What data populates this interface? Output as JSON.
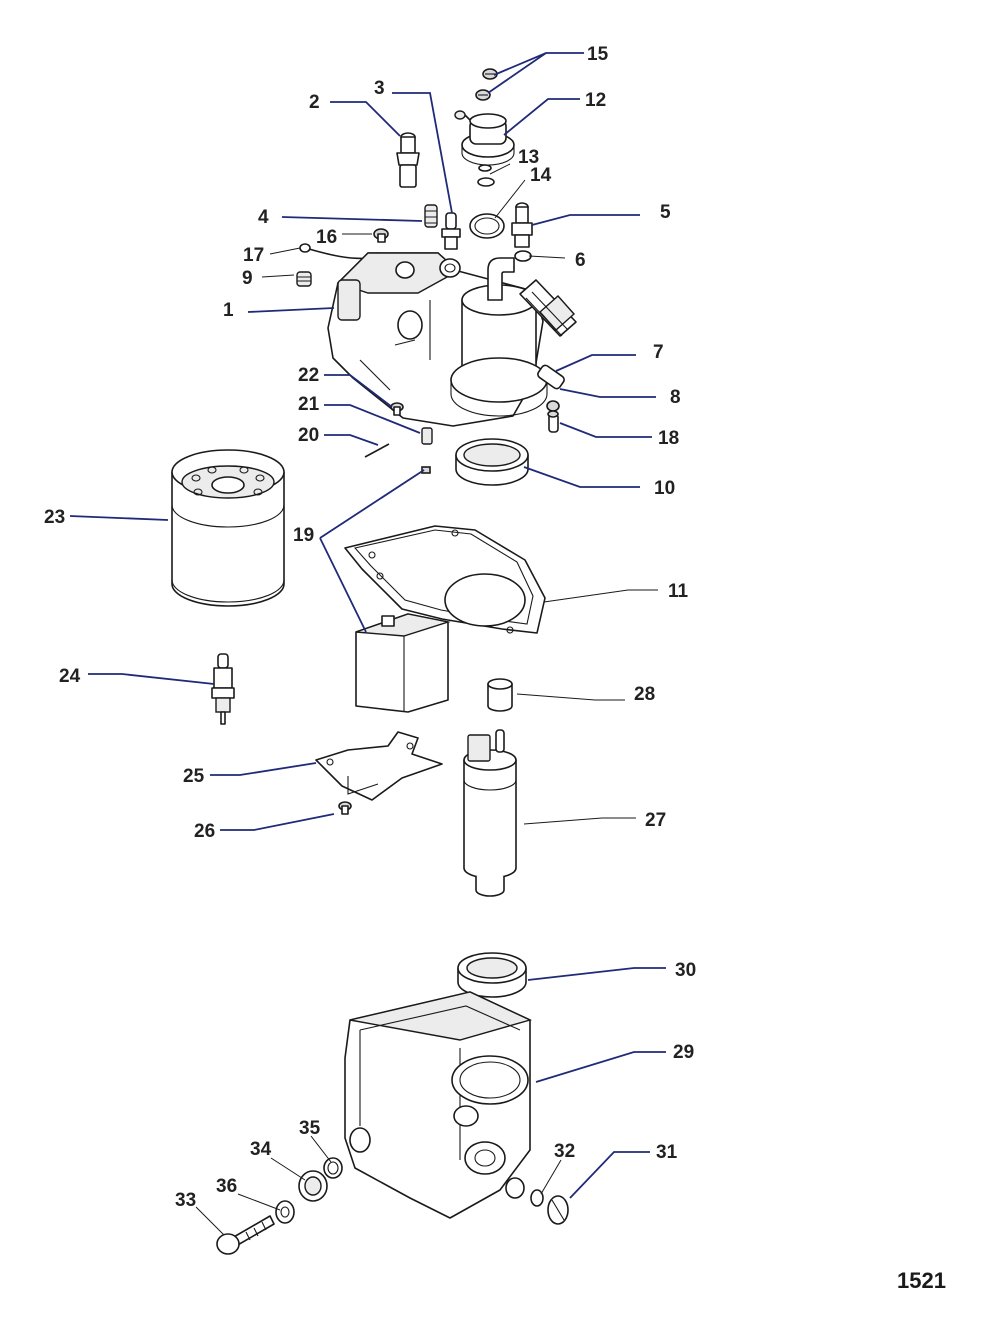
{
  "figure_number": "1521",
  "callouts": {
    "c1": "1",
    "c2": "2",
    "c3": "3",
    "c4": "4",
    "c5": "5",
    "c6": "6",
    "c7": "7",
    "c8": "8",
    "c9": "9",
    "c10": "10",
    "c11": "11",
    "c12": "12",
    "c13": "13",
    "c14": "14",
    "c15": "15",
    "c16": "16",
    "c17": "17",
    "c18": "18",
    "c19": "19",
    "c20": "20",
    "c21": "21",
    "c22": "22",
    "c23": "23",
    "c24": "24",
    "c25": "25",
    "c26": "26",
    "c27": "27",
    "c28": "28",
    "c29": "29",
    "c30": "30",
    "c31": "31",
    "c32": "32",
    "c33": "33",
    "c34": "34",
    "c35": "35",
    "c36": "36"
  }
}
